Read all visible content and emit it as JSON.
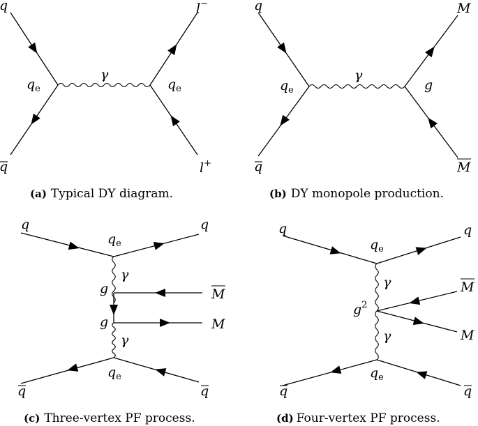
{
  "panels": [
    {
      "id": "a",
      "caption_letter": "(a)",
      "caption_text": "Typical DY diagram.",
      "labels": {
        "tl": "q",
        "bl": "q",
        "photon": "γ",
        "vl": "q",
        "vl_sub": "e",
        "vr": "q",
        "vr_sub": "e",
        "tr": "l",
        "tr_sup": "−",
        "br": "l",
        "br_sup": "+"
      }
    },
    {
      "id": "b",
      "caption_letter": "(b)",
      "caption_text": "DY monopole production.",
      "labels": {
        "tl": "q",
        "bl": "q",
        "photon": "γ",
        "vl": "q",
        "vl_sub": "e",
        "vr": "g",
        "tr": "M",
        "br": "M"
      }
    },
    {
      "id": "c",
      "caption_letter": "(c)",
      "caption_text": "Three-vertex PF process.",
      "labels": {
        "tl": "q",
        "tr": "q",
        "top_coupling": "q",
        "top_coupling_sub": "e",
        "gamma_top": "γ",
        "g_upper": "g",
        "g_lower": "g",
        "mbar": "M",
        "m": "M",
        "gamma_bottom": "γ",
        "bottom_coupling": "q",
        "bottom_coupling_sub": "e",
        "bl": "q",
        "br": "q"
      }
    },
    {
      "id": "d",
      "caption_letter": "(d)",
      "caption_text": "Four-vertex PF process.",
      "labels": {
        "tl": "q",
        "tr": "q",
        "top_coupling": "q",
        "top_coupling_sub": "e",
        "gamma_top": "γ",
        "g2": "g",
        "g2_sup": "2",
        "mbar": "M",
        "m": "M",
        "gamma_bottom": "γ",
        "bottom_coupling": "q",
        "bottom_coupling_sub": "e",
        "bl": "q",
        "br": "q"
      }
    }
  ]
}
